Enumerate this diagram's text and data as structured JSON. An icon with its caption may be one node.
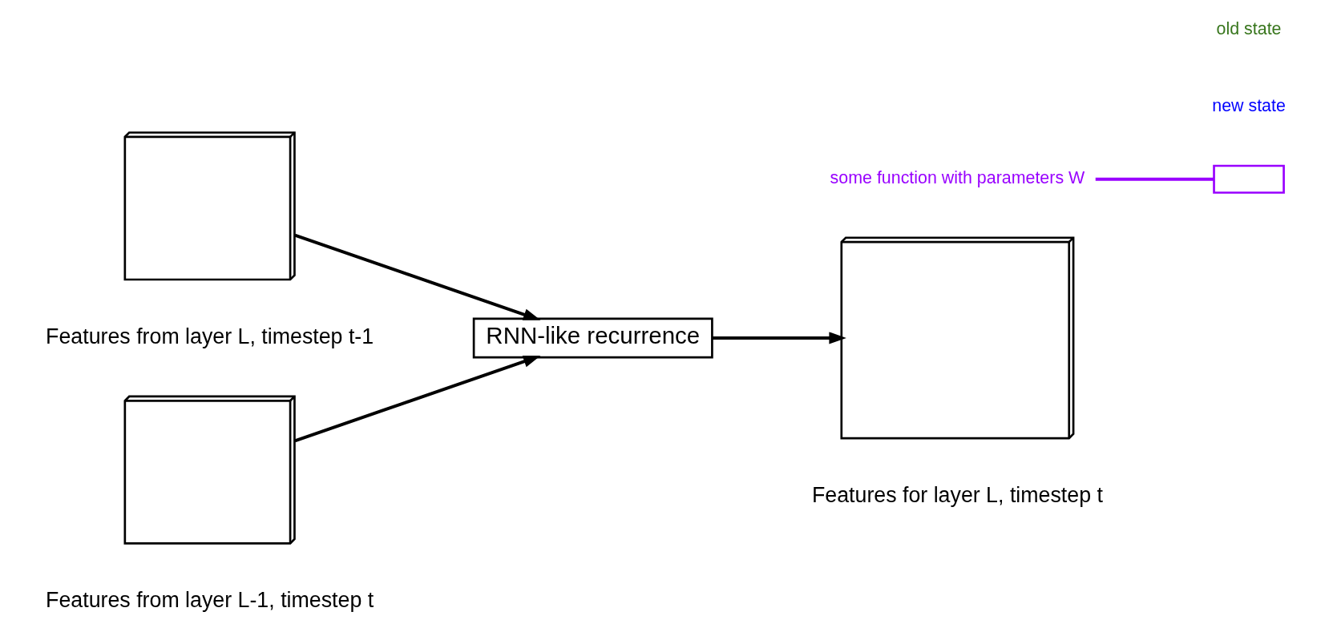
{
  "diagram": {
    "nodes": [
      {
        "text": [],
        "shape": "box",
        "beside": [
          "Features from layer L, timestep t-1"
        ]
      },
      {
        "text": [],
        "shape": "box",
        "beside": [
          "Features from layer L-1, timestep t"
        ]
      },
      {
        "text": [
          "RNN-like recurrence"
        ]
      },
      {
        "text": [],
        "shape": "box",
        "beside": [
          "Features for layer L, timestep t"
        ]
      },
      {
        "text": [],
        "shape": "box"
      },
      {
        "text": [
          "some function with parameters W"
        ]
      }
    ],
    "edges": [
      {
        "from": 0,
        "to": 2,
        "arrow": "to"
      },
      {
        "from": 1,
        "to": 2,
        "arrow": "to"
      },
      {
        "from": 2,
        "to": 3,
        "arrow": "to"
      },
      {
        "from": 5,
        "to": 4,
        "arrow": "none",
        "color": "#9900ff"
      }
    ],
    "labels": [
      "new state",
      "old state"
    ]
  }
}
